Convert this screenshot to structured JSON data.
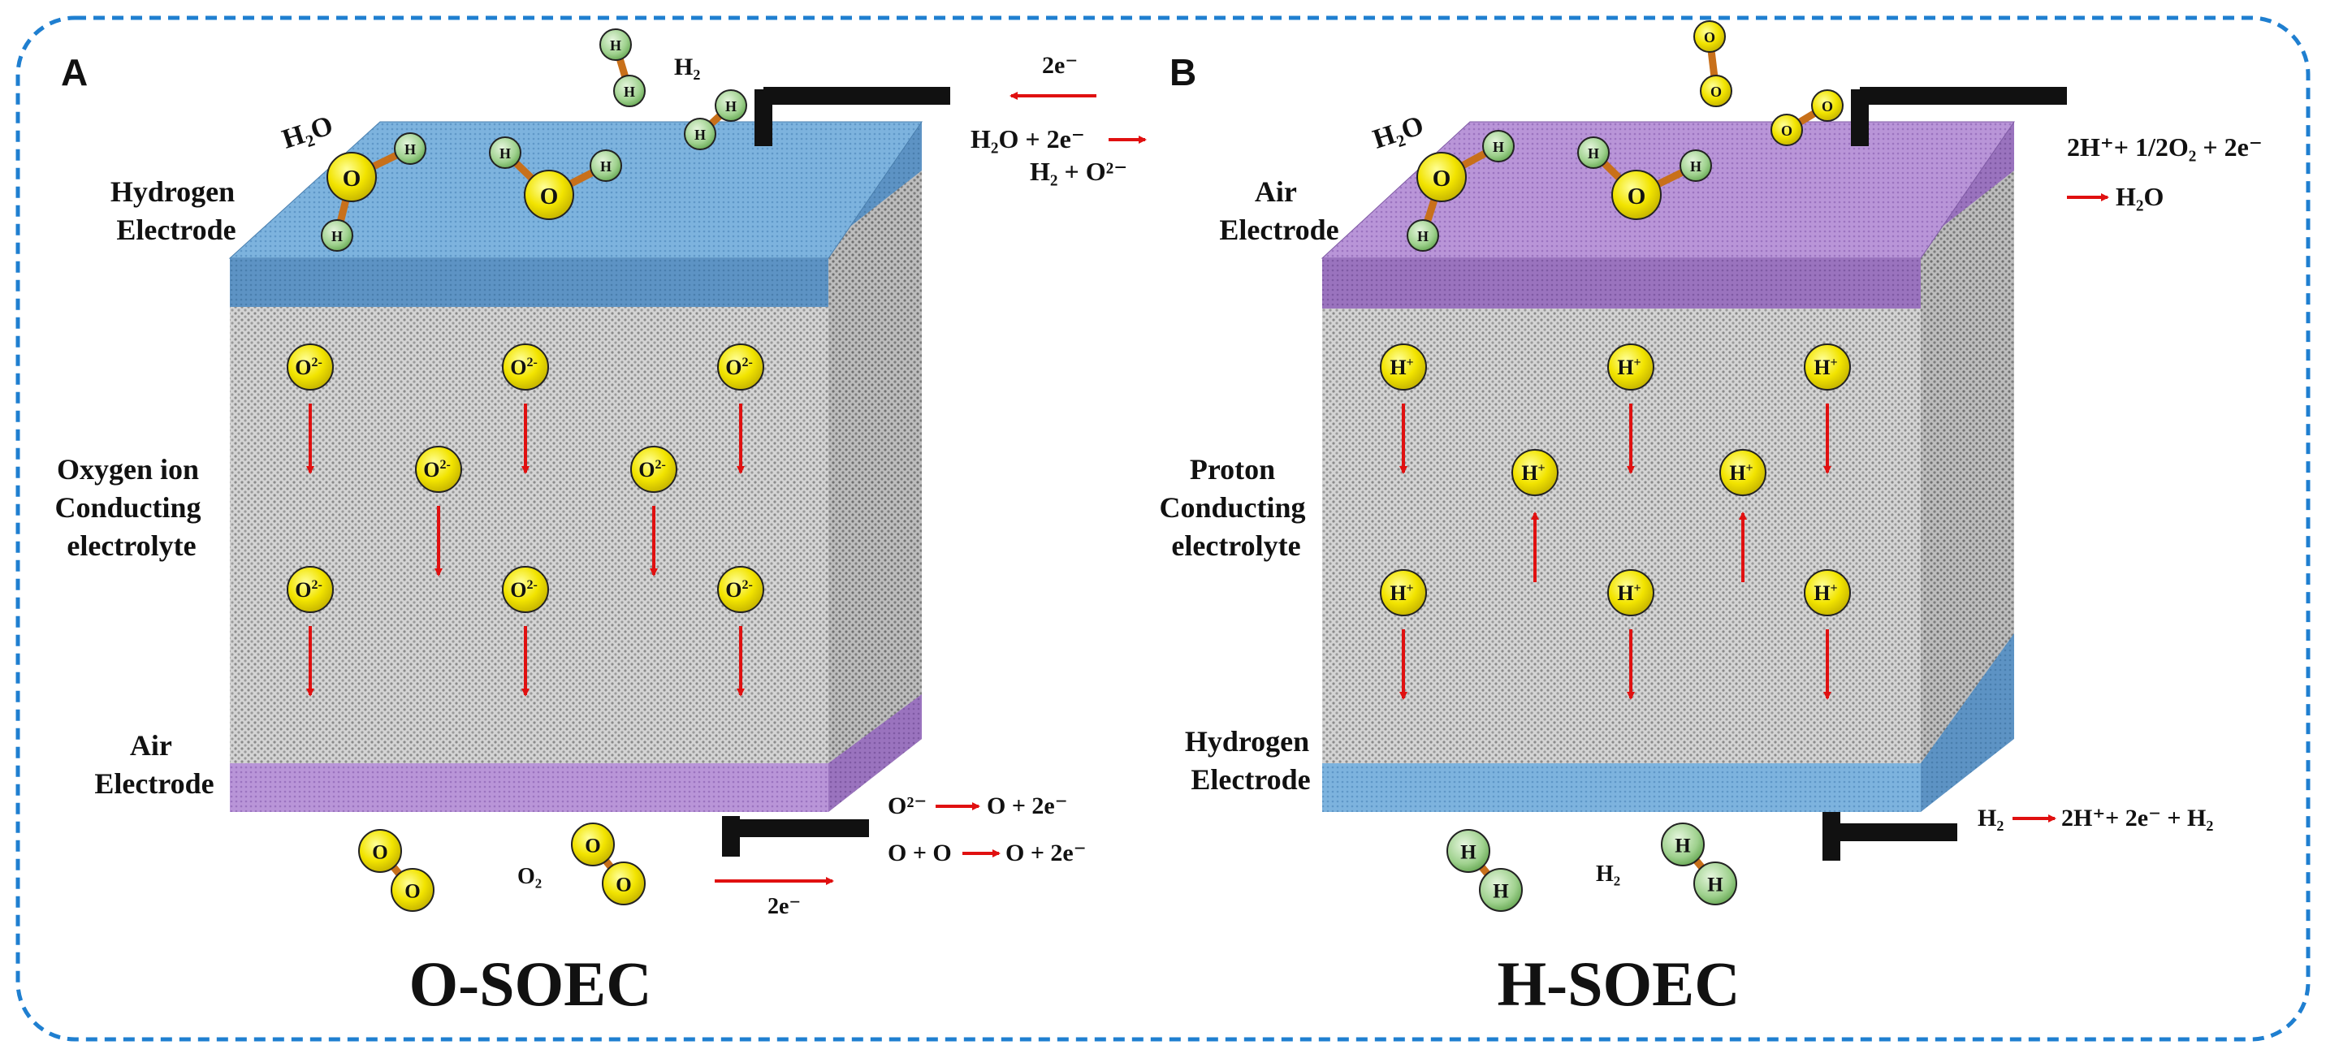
{
  "frame": {
    "border_color": "#1f7fd0"
  },
  "colors": {
    "blue_layer": "#6fa8d8",
    "purple_layer": "#b48ad6",
    "grey_electrolyte": "#d6d6d6",
    "ion_yellow": "#f2e400",
    "hydrogen_green": "#a8d89a",
    "bond_orange": "#c8701a",
    "arrow_red": "#e01010",
    "wire_black": "#111111"
  },
  "panel_a": {
    "letter": "A",
    "title": "O-SOEC",
    "top_electrode": [
      "Hydrogen",
      "Electrode"
    ],
    "electrolyte": [
      "Oxygen ion",
      "Conducting",
      "electrolyte"
    ],
    "bottom_electrode": [
      "Air",
      "Electrode"
    ],
    "ion_label": "O",
    "ion_charge": "2-",
    "molecule_h2o": "H₂O",
    "molecule_h2": "H₂",
    "molecule_o2": "O₂",
    "atom_h": "H",
    "atom_o": "O",
    "electron_top": "2e⁻",
    "electron_bottom": "2e⁻",
    "eq_top_1": "H₂O + 2e⁻",
    "eq_top_2": "H₂ + O²⁻",
    "eq_bottom_1_left": "O²⁻",
    "eq_bottom_1_right": "O + 2e⁻",
    "eq_bottom_2_left": "O + O",
    "eq_bottom_2_right": "O + 2e⁻"
  },
  "panel_b": {
    "letter": "B",
    "title": "H-SOEC",
    "top_electrode": [
      "Air",
      "Electrode"
    ],
    "electrolyte": [
      "Proton",
      "Conducting",
      "electrolyte"
    ],
    "bottom_electrode": [
      "Hydrogen",
      "Electrode"
    ],
    "ion_label": "H",
    "ion_charge": "+",
    "molecule_h2o": "H₂O",
    "molecule_h2": "H₂",
    "atom_h": "H",
    "atom_o": "O",
    "eq_top_1": "2H⁺+ 1/2O₂ + 2e⁻",
    "eq_top_2": "H₂O",
    "eq_bottom_left": "H₂",
    "eq_bottom_right": "2H⁺+ 2e⁻ + H₂"
  }
}
